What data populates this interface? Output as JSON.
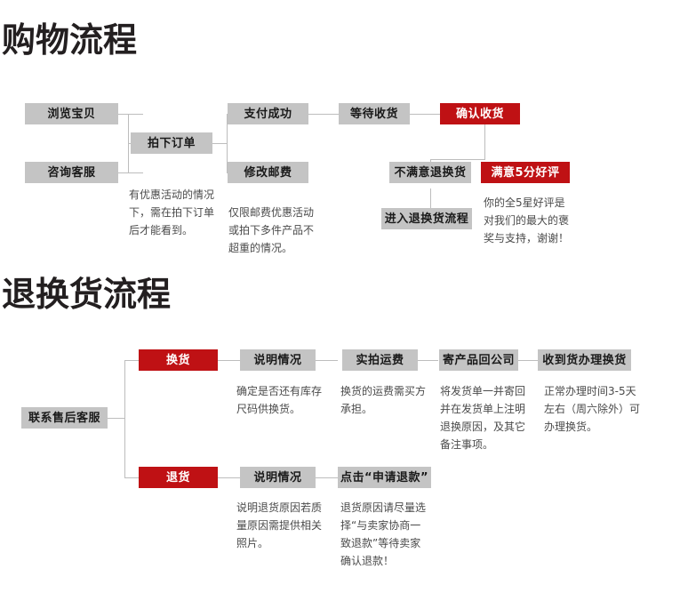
{
  "page": {
    "background": "#ffffff",
    "colors": {
      "box_gray": "#c4c4c4",
      "box_red": "#bf1114",
      "line_gray": "#bdbdbd",
      "title_text": "#231f20",
      "caption_text": "#4a4a4a",
      "box_text_dark": "#1a1a1a",
      "box_text_light": "#ffffff"
    }
  },
  "shopping_flow": {
    "title": "购物流程",
    "boxes": {
      "browse": "浏览宝贝",
      "consult": "咨询客服",
      "place_order": "拍下订单",
      "pay_success": "支付成功",
      "modify_shipping": "修改邮费",
      "wait_delivery": "等待收货",
      "confirm_receipt": "确认收货",
      "unsatisfied_return": "不满意退换货",
      "enter_return_flow": "进入退换货流程",
      "satisfied_five_star": "满意5分好评"
    },
    "captions": {
      "place_order": [
        "有优惠活动的情况",
        "下，需在拍下订单",
        "后才能看到。"
      ],
      "modify_shipping": [
        "仅限邮费优惠活动",
        "或拍下多件产品不",
        "超重的情况。"
      ],
      "five_star": [
        "你的全5星好评是",
        "对我们的最大的褒",
        "奖与支持，谢谢！"
      ]
    }
  },
  "return_flow": {
    "title": "退换货流程",
    "boxes": {
      "contact_service": "联系售后客服",
      "exchange": "换货",
      "exchange_explain": "说明情况",
      "exchange_shipping": "实拍运费",
      "send_back": "寄产品回公司",
      "receive_exchange": "收到货办理换货",
      "refund": "退货",
      "refund_explain": "说明情况",
      "click_refund": "点击“申请退款”"
    },
    "captions": {
      "exchange_explain": [
        "确定是否还有库存",
        "尺码供换货。"
      ],
      "exchange_shipping": [
        "换货的运费需买方",
        "承担。"
      ],
      "send_back": [
        "将发货单一并寄回",
        "并在发货单上注明",
        "退换原因，及其它",
        "备注事项。"
      ],
      "receive_exchange": [
        "正常办理时间3-5天",
        "左右（周六除外）可",
        "办理换货。"
      ],
      "refund_explain": [
        "说明退货原因若质",
        "量原因需提供相关",
        "照片。"
      ],
      "click_refund": [
        "退货原因请尽量选",
        "择“与卖家协商一",
        "致退款”等待卖家",
        "确认退款！"
      ]
    }
  }
}
